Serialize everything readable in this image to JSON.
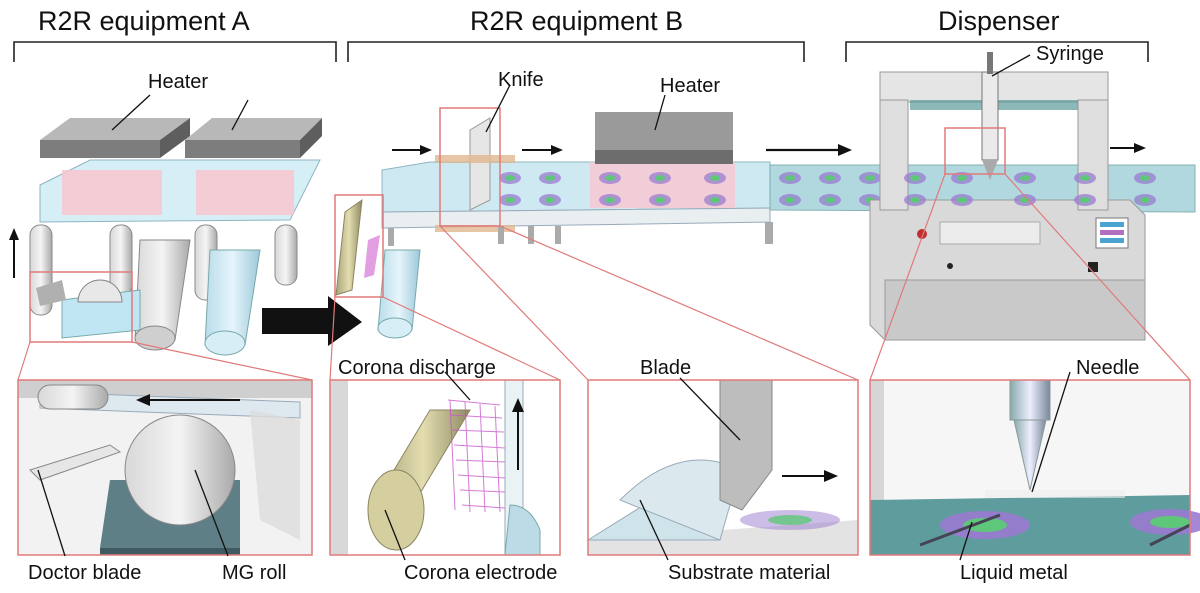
{
  "sections": {
    "equipment_a": "R2R equipment A",
    "equipment_b": "R2R equipment B",
    "dispenser": "Dispenser"
  },
  "labels": {
    "heater_a": "Heater",
    "heater_b": "Heater",
    "knife": "Knife",
    "syringe": "Syringe",
    "corona_discharge": "Corona discharge",
    "blade": "Blade",
    "needle": "Needle",
    "doctor_blade": "Doctor blade",
    "mg_roll": "MG roll",
    "corona_electrode": "Corona electrode",
    "substrate_material": "Substrate material",
    "liquid_metal": "Liquid metal"
  },
  "colors": {
    "callout": "#e07a7a",
    "heater": "#8c8c8c",
    "film": "#bfe3ef",
    "heat_zone": "#f4a8b8",
    "dispenser_body": "#dcdcdc",
    "teal": "#5c9a9a",
    "roll_khaki": "#cfc79a",
    "corona": "#c84fc8",
    "pattern_purple": "#9a7bd0",
    "pattern_green": "#5fc77a"
  }
}
